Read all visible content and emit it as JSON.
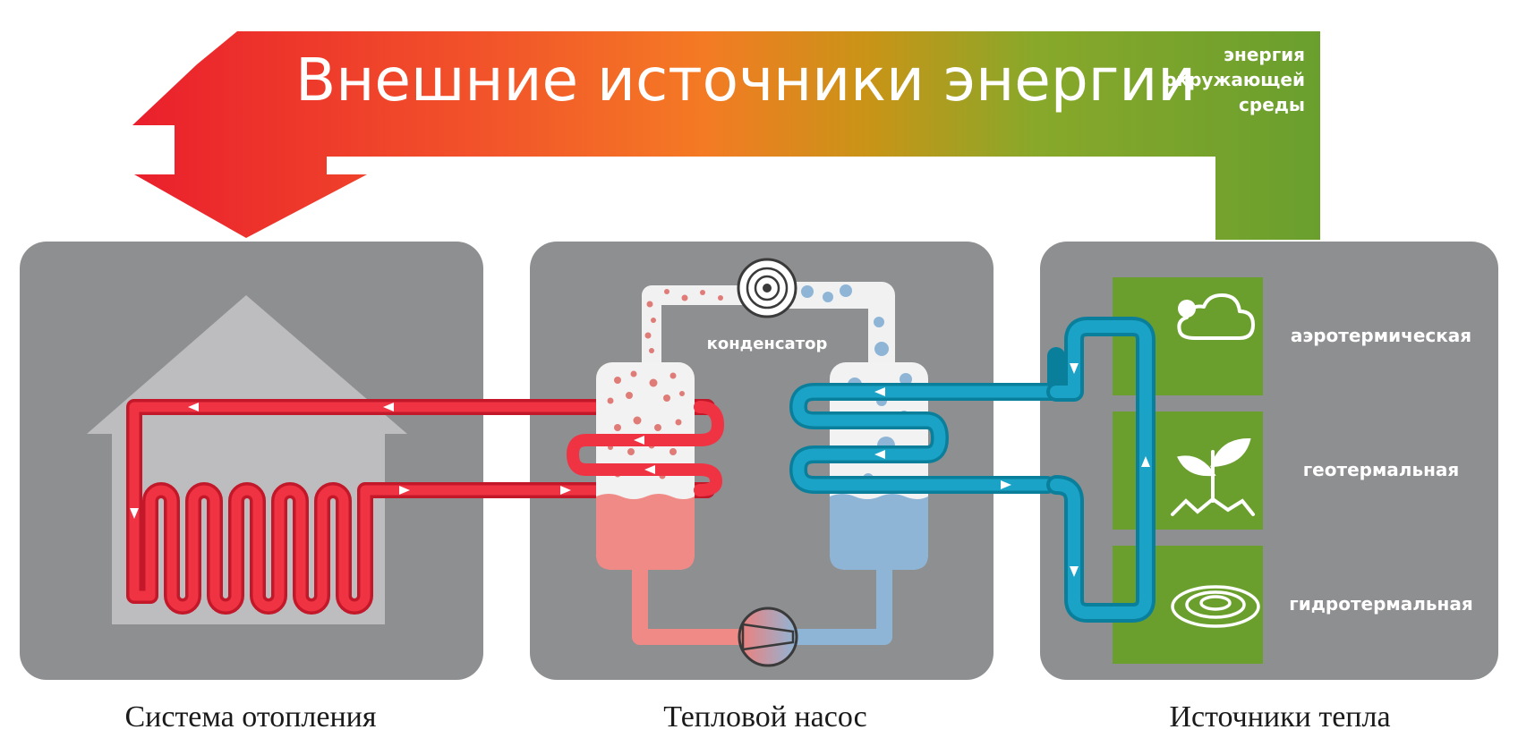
{
  "banner": {
    "title": "Внешние источники энергии",
    "env_energy": [
      "энергия",
      "окружающей",
      "среды"
    ]
  },
  "panels": {
    "heating": {
      "caption": "Система отопления"
    },
    "pump": {
      "caption": "Тепловой насос",
      "condenser_label": "конденсатор"
    },
    "sources": {
      "caption": "Источники тепла",
      "items": [
        {
          "label": "аэротермическая",
          "icon": "cloud-icon"
        },
        {
          "label": "геотермальная",
          "icon": "sprout-icon"
        },
        {
          "label": "гидротермальная",
          "icon": "water-ripple-icon"
        }
      ]
    }
  },
  "colors": {
    "panel": "#8e8f91",
    "hot_pipe": "#e8283a",
    "cold_pipe": "#1499bd",
    "green": "#6a9f2e",
    "house": "#bdbdbf",
    "liquid_hot": "#f08a86",
    "liquid_cold": "#8fb5d6"
  }
}
